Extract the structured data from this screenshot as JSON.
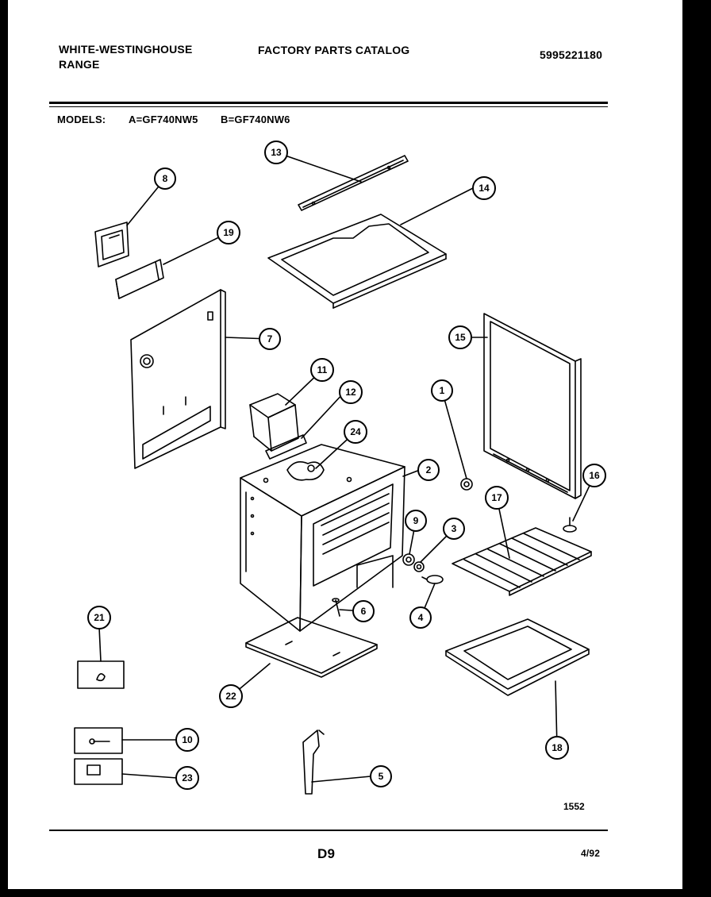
{
  "header": {
    "brand_line1": "WHITE-WESTINGHOUSE",
    "brand_line2": "RANGE",
    "title": "FACTORY PARTS CATALOG",
    "catalog_number": "5995221180"
  },
  "models": {
    "label": "MODELS:",
    "model_a": "A=GF740NW5",
    "model_b": "B=GF740NW6"
  },
  "callouts": [
    "1",
    "2",
    "3",
    "4",
    "5",
    "6",
    "7",
    "8",
    "9",
    "10",
    "11",
    "12",
    "13",
    "14",
    "15",
    "16",
    "17",
    "18",
    "19",
    "21",
    "22",
    "23",
    "24"
  ],
  "diagram_code": "1552",
  "footer": {
    "page_code": "D9",
    "date": "4/92"
  }
}
